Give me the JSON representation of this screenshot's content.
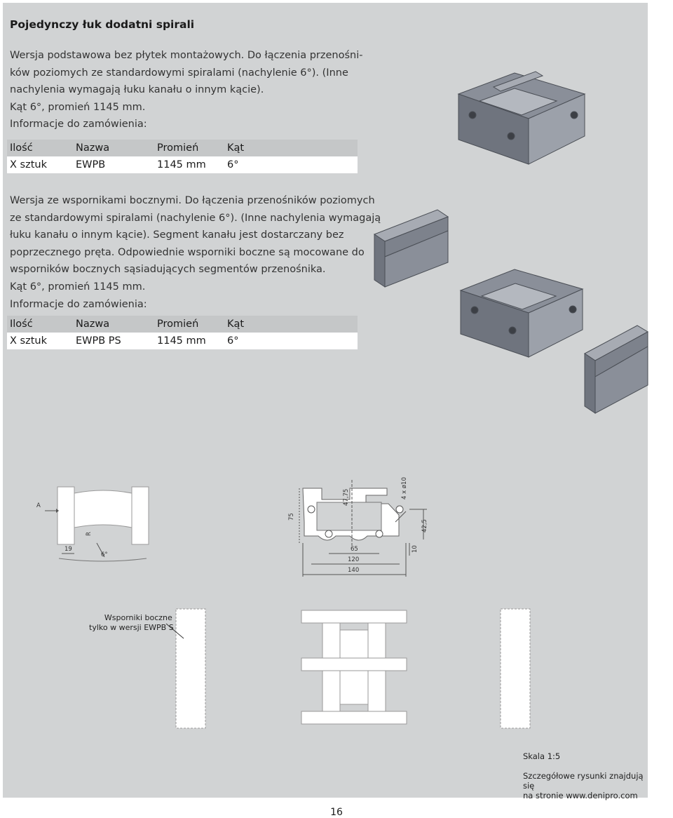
{
  "title": "Pojedynczy łuk dodatni spirali",
  "section1": {
    "lines": [
      "Wersja podstawowa bez płytek montażowych. Do łączenia przenośni-",
      "ków poziomych ze standardowymi spiralami (nachylenie 6°). (Inne",
      "nachylenia wymagają łuku kanału o innym kącie).",
      "Kąt 6°, promień 1145 mm.",
      "Informacje do zamówienia:"
    ],
    "table": {
      "headers": [
        "Ilość",
        "Nazwa",
        "Promień",
        "Kąt"
      ],
      "row": [
        "X sztuk",
        "EWPB",
        "1145 mm",
        "6°"
      ]
    }
  },
  "section2": {
    "lines": [
      "Wersja ze wspornikami bocznymi. Do łączenia przenośników poziomych",
      "ze standardowymi spiralami (nachylenie 6°). (Inne nachylenia wymagają",
      "łuku kanału o innym kącie). Segment kanału jest dostarczany bez",
      "poprzecznego pręta. Odpowiednie wsporniki boczne są mocowane do",
      "wsporników bocznych sąsiadujących segmentów przenośnika.",
      "Kąt 6°, promień 1145 mm.",
      "Informacje do zamówienia:"
    ],
    "table": {
      "headers": [
        "Ilość",
        "Nazwa",
        "Promień",
        "Kąt"
      ],
      "row": [
        "X sztuk",
        "EWPB PS",
        "1145 mm",
        "6°"
      ]
    }
  },
  "drawing": {
    "side_view_labels": {
      "a": "A",
      "r": "R",
      "d19": "19",
      "angle": "6°"
    },
    "front_view_labels": {
      "d75": "75",
      "d4775": "47,75",
      "holes": "4 x ø10",
      "d425": "42,5",
      "d10": "10",
      "d65": "65",
      "d120": "120",
      "d140": "140"
    },
    "note": [
      "Wsporniki boczne",
      "tylko w wersji EWPB S"
    ]
  },
  "scale": "Skala 1:5",
  "ref": [
    "Szczegółowe rysunki znajdują się",
    "na stronie www.denipro.com"
  ],
  "page_number": "16",
  "colors": {
    "panel": "#d1d3d4",
    "table_head": "#c5c7c8",
    "part": "#8a8f99"
  }
}
